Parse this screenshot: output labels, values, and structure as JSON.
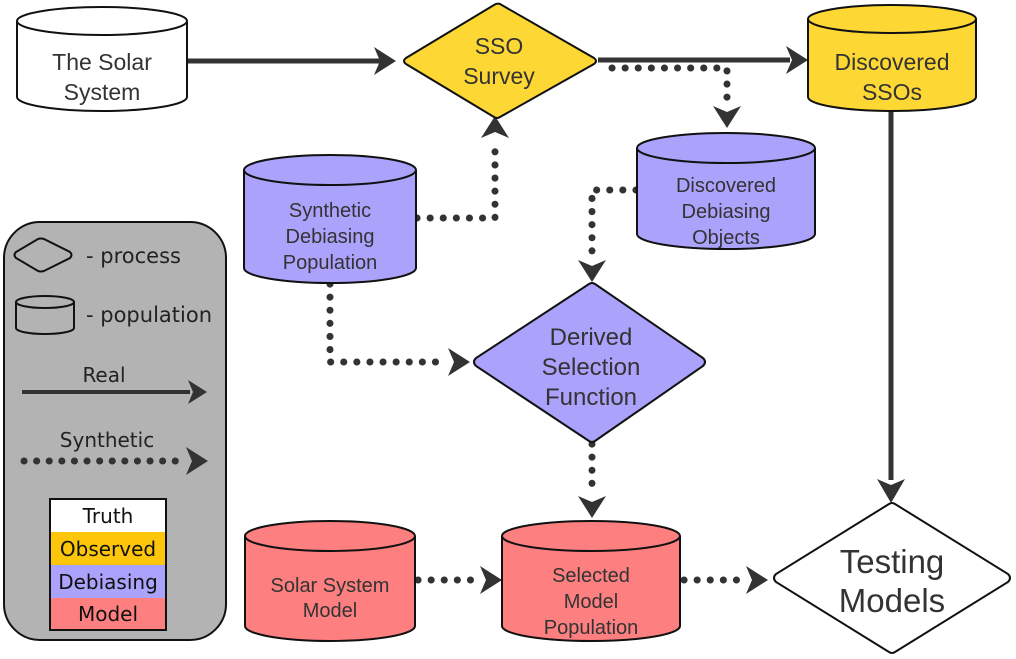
{
  "colors": {
    "truth": "#ffffff",
    "observed": "#fdd835",
    "debiasing": "#aaa2fb",
    "model": "#fd7f7f",
    "legend_bg": "#b3b3b3",
    "arrow": "#333333"
  },
  "nodes": {
    "solar_system": {
      "lines": [
        "The Solar",
        "System"
      ],
      "shape": "population",
      "category": "truth"
    },
    "sso_survey": {
      "lines": [
        "SSO",
        "Survey"
      ],
      "shape": "process",
      "category": "observed"
    },
    "discovered_ssos": {
      "lines": [
        "Discovered",
        "SSOs"
      ],
      "shape": "population",
      "category": "observed"
    },
    "discovered_debiasing_objects": {
      "lines": [
        "Discovered",
        "Debiasing",
        "Objects"
      ],
      "shape": "population",
      "category": "debiasing"
    },
    "synthetic_debiasing_population": {
      "lines": [
        "Synthetic",
        "Debiasing",
        "Population"
      ],
      "shape": "population",
      "category": "debiasing"
    },
    "derived_selection_function": {
      "lines": [
        "Derived",
        "Selection",
        "Function"
      ],
      "shape": "process",
      "category": "debiasing"
    },
    "solar_system_model": {
      "lines": [
        "Solar System",
        "Model"
      ],
      "shape": "population",
      "category": "model"
    },
    "selected_model_population": {
      "lines": [
        "Selected",
        "Model",
        "Population"
      ],
      "shape": "population",
      "category": "model"
    },
    "testing_models": {
      "lines": [
        "Testing",
        "Models"
      ],
      "shape": "process",
      "category": "truth"
    }
  },
  "edges": [
    {
      "from": "solar_system",
      "to": "sso_survey",
      "type": "real"
    },
    {
      "from": "sso_survey",
      "to": "discovered_ssos",
      "type": "real"
    },
    {
      "from": "sso_survey",
      "to": "discovered_debiasing_objects",
      "type": "synthetic"
    },
    {
      "from": "synthetic_debiasing_population",
      "to": "sso_survey",
      "type": "synthetic"
    },
    {
      "from": "discovered_debiasing_objects",
      "to": "derived_selection_function",
      "type": "synthetic"
    },
    {
      "from": "synthetic_debiasing_population",
      "to": "derived_selection_function",
      "type": "synthetic"
    },
    {
      "from": "derived_selection_function",
      "to": "selected_model_population",
      "type": "synthetic"
    },
    {
      "from": "solar_system_model",
      "to": "selected_model_population",
      "type": "synthetic"
    },
    {
      "from": "selected_model_population",
      "to": "testing_models",
      "type": "synthetic"
    },
    {
      "from": "discovered_ssos",
      "to": "testing_models",
      "type": "real"
    }
  ],
  "legend": {
    "process_label": "- process",
    "population_label": "- population",
    "real_label": "Real",
    "synthetic_label": "Synthetic",
    "color_key": [
      {
        "label": "Truth",
        "category": "truth"
      },
      {
        "label": "Observed",
        "category": "observed"
      },
      {
        "label": "Debiasing",
        "category": "debiasing"
      },
      {
        "label": "Model",
        "category": "model"
      }
    ]
  }
}
